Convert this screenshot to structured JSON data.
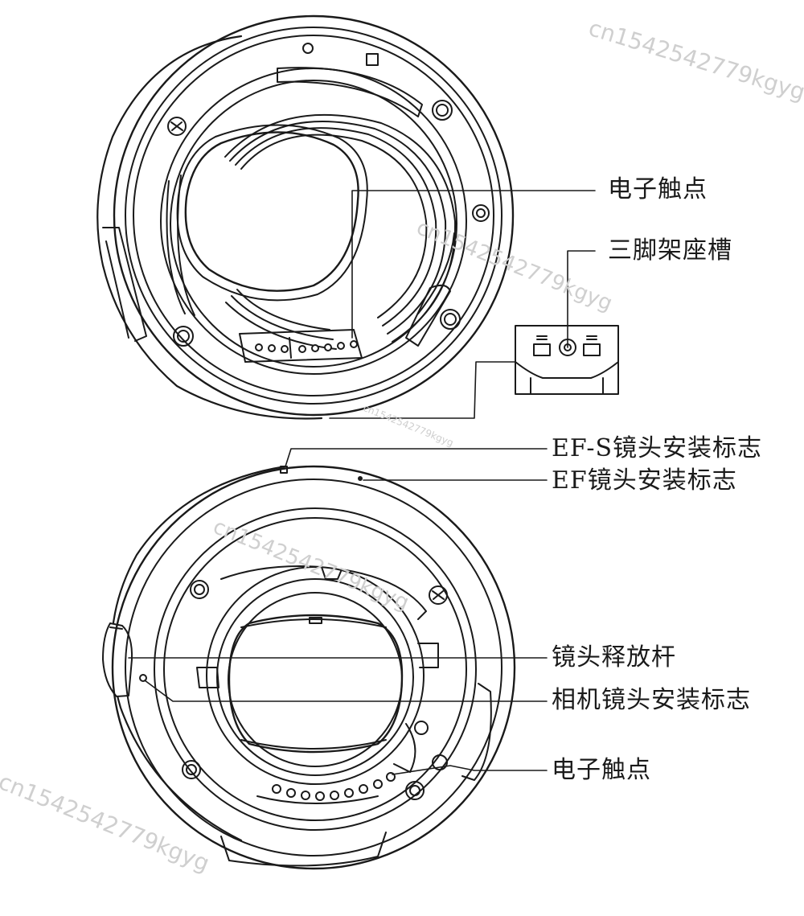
{
  "labels": {
    "top_contacts": "电子触点",
    "tripod_socket": "三脚架座槽",
    "efs_mark": "EF-S镜头安装标志",
    "ef_mark": "EF镜头安装标志",
    "release_lever": "镜头释放杆",
    "camera_mark": "相机镜头安装标志",
    "bottom_contacts": "电子触点"
  },
  "watermark": "cn1542542779kgyg",
  "colors": {
    "line": "#1a1a1a",
    "watermark": "#cfcfcf",
    "background": "#ffffff"
  }
}
